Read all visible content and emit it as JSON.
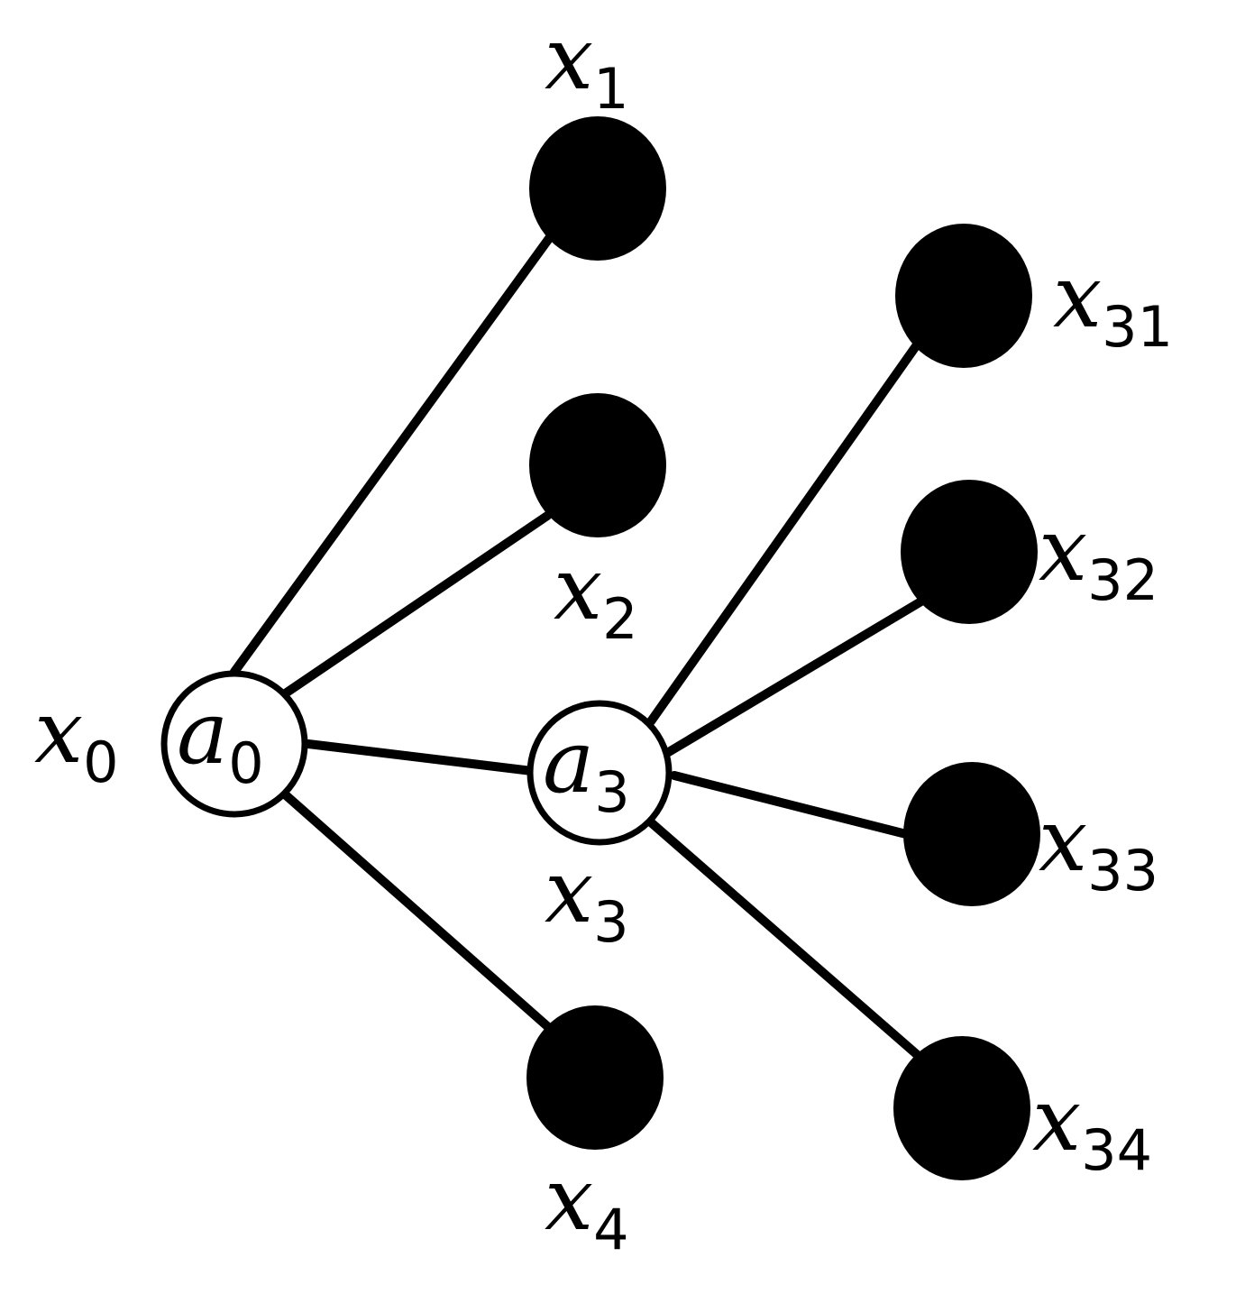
{
  "nodes": {
    "x0": {
      "symbol": "x",
      "index": "0"
    },
    "a0": {
      "symbol": "a",
      "index": "0"
    },
    "x1": {
      "symbol": "x",
      "index": "1"
    },
    "x2": {
      "symbol": "x",
      "index": "2"
    },
    "x3": {
      "symbol": "x",
      "index": "3"
    },
    "a3": {
      "symbol": "a",
      "index": "3"
    },
    "x4": {
      "symbol": "x",
      "index": "4"
    },
    "x31": {
      "symbol": "x",
      "index": "31"
    },
    "x32": {
      "symbol": "x",
      "index": "32"
    },
    "x33": {
      "symbol": "x",
      "index": "33"
    },
    "x34": {
      "symbol": "x",
      "index": "34"
    }
  },
  "edges": [
    [
      "a0",
      "x1"
    ],
    [
      "a0",
      "x2"
    ],
    [
      "a0",
      "a3"
    ],
    [
      "a0",
      "x4"
    ],
    [
      "a3",
      "x31"
    ],
    [
      "a3",
      "x32"
    ],
    [
      "a3",
      "x33"
    ],
    [
      "a3",
      "x34"
    ]
  ],
  "colors": {
    "line": "#000000",
    "leaf_fill": "#000000",
    "hub_fill": "#ffffff"
  }
}
